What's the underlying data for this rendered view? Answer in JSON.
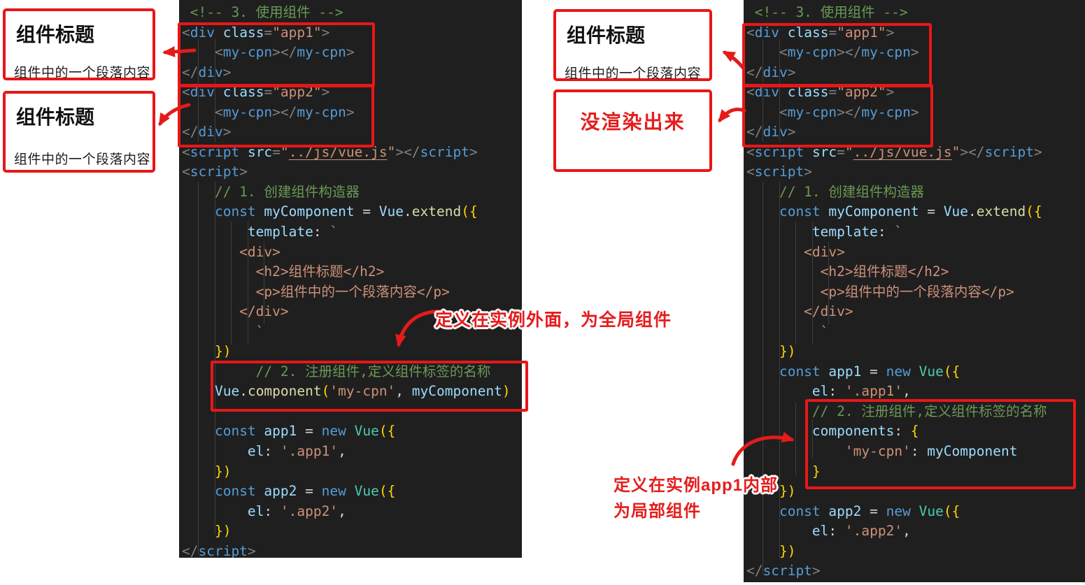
{
  "annotations": {
    "left_box1": {
      "title": "组件标题",
      "paragraph": "组件中的一个段落内容"
    },
    "left_box2": {
      "title": "组件标题",
      "paragraph": "组件中的一个段落内容"
    },
    "right_box1": {
      "title": "组件标题",
      "paragraph": "组件中的一个段落内容"
    },
    "right_box2": {
      "text": "没渲染出来"
    },
    "global_note": "定义在实例外面，为全局组件",
    "local_note_line1": "定义在实例app1内部",
    "local_note_line2": "为局部组件"
  },
  "colors": {
    "editor_background": "#1f1f1f",
    "annotation_red": "#e81717",
    "handwriting_red": "#e51d1d",
    "comment_green": "#6a9955",
    "tag_blue": "#569cd6",
    "attribute_blue": "#9cdcfe",
    "string_orange": "#ce9178",
    "function_yellow": "#dcdcaa",
    "class_teal": "#4ec9b0",
    "bracket_gold": "#ffd700"
  },
  "code_left": {
    "lines": [
      [
        [
          "c",
          " <!-- 3. 使用组件 -->"
        ]
      ],
      [
        [
          "p",
          "<"
        ],
        [
          "t",
          "div"
        ],
        [
          "w",
          " "
        ],
        [
          "a",
          "class"
        ],
        [
          "p",
          "="
        ],
        [
          "s",
          "\"app1\""
        ],
        [
          "p",
          ">"
        ]
      ],
      [
        [
          "w",
          "    "
        ],
        [
          "p",
          "<"
        ],
        [
          "t",
          "my-cpn"
        ],
        [
          "p",
          "></"
        ],
        [
          "t",
          "my-cpn"
        ],
        [
          "p",
          ">"
        ]
      ],
      [
        [
          "p",
          "</"
        ],
        [
          "t",
          "div"
        ],
        [
          "p",
          ">"
        ]
      ],
      [
        [
          "p",
          "<"
        ],
        [
          "t",
          "div"
        ],
        [
          "w",
          " "
        ],
        [
          "a",
          "class"
        ],
        [
          "p",
          "="
        ],
        [
          "s",
          "\"app2\""
        ],
        [
          "p",
          ">"
        ]
      ],
      [
        [
          "w",
          "    "
        ],
        [
          "p",
          "<"
        ],
        [
          "t",
          "my-cpn"
        ],
        [
          "p",
          "></"
        ],
        [
          "t",
          "my-cpn"
        ],
        [
          "p",
          ">"
        ]
      ],
      [
        [
          "p",
          "</"
        ],
        [
          "t",
          "div"
        ],
        [
          "p",
          ">"
        ]
      ],
      [
        [
          "p",
          "<"
        ],
        [
          "t",
          "script"
        ],
        [
          "w",
          " "
        ],
        [
          "a",
          "src"
        ],
        [
          "p",
          "="
        ],
        [
          "s",
          "\""
        ],
        [
          "u",
          "../js/vue.js"
        ],
        [
          "s",
          "\""
        ],
        [
          "p",
          "></"
        ],
        [
          "t",
          "script"
        ],
        [
          "p",
          ">"
        ]
      ],
      [
        [
          "p",
          "<"
        ],
        [
          "t",
          "script"
        ],
        [
          "p",
          ">"
        ]
      ],
      [
        [
          "c",
          "    // 1. 创建组件构造器"
        ]
      ],
      [
        [
          "w",
          "    "
        ],
        [
          "k",
          "const"
        ],
        [
          "w",
          " "
        ],
        [
          "v",
          "myComponent"
        ],
        [
          "w",
          " = "
        ],
        [
          "v",
          "Vue"
        ],
        [
          "w",
          "."
        ],
        [
          "f",
          "extend"
        ],
        [
          "b",
          "({"
        ]
      ],
      [
        [
          "w",
          "        "
        ],
        [
          "a",
          "template"
        ],
        [
          "w",
          ": "
        ],
        [
          "s",
          "`"
        ]
      ],
      [
        [
          "tpl",
          "       <div>"
        ]
      ],
      [
        [
          "tpl",
          "         <h2>组件标题</h2>"
        ]
      ],
      [
        [
          "tpl",
          "         <p>组件中的一个段落内容</p>"
        ]
      ],
      [
        [
          "tpl",
          "       </div>"
        ]
      ],
      [
        [
          "s",
          "         `"
        ]
      ],
      [
        [
          "w",
          "    "
        ],
        [
          "b",
          "})"
        ]
      ],
      [
        [
          "c",
          "         // 2. 注册组件,定义组件标签的名称"
        ]
      ],
      [
        [
          "w",
          "    "
        ],
        [
          "v",
          "Vue"
        ],
        [
          "w",
          "."
        ],
        [
          "f",
          "component"
        ],
        [
          "b",
          "("
        ],
        [
          "s",
          "'my-cpn'"
        ],
        [
          "w",
          ", "
        ],
        [
          "v",
          "myComponent"
        ],
        [
          "b",
          ")"
        ]
      ],
      [],
      [
        [
          "w",
          "    "
        ],
        [
          "k",
          "const"
        ],
        [
          "w",
          " "
        ],
        [
          "v",
          "app1"
        ],
        [
          "w",
          " = "
        ],
        [
          "k",
          "new"
        ],
        [
          "w",
          " "
        ],
        [
          "cl",
          "Vue"
        ],
        [
          "b",
          "({"
        ]
      ],
      [
        [
          "w",
          "        "
        ],
        [
          "a",
          "el"
        ],
        [
          "w",
          ": "
        ],
        [
          "s",
          "'.app1'"
        ],
        [
          "w",
          ","
        ]
      ],
      [
        [
          "w",
          "    "
        ],
        [
          "b",
          "})"
        ]
      ],
      [
        [
          "w",
          "    "
        ],
        [
          "k",
          "const"
        ],
        [
          "w",
          " "
        ],
        [
          "v",
          "app2"
        ],
        [
          "w",
          " = "
        ],
        [
          "k",
          "new"
        ],
        [
          "w",
          " "
        ],
        [
          "cl",
          "Vue"
        ],
        [
          "b",
          "({"
        ]
      ],
      [
        [
          "w",
          "        "
        ],
        [
          "a",
          "el"
        ],
        [
          "w",
          ": "
        ],
        [
          "s",
          "'.app2'"
        ],
        [
          "w",
          ","
        ]
      ],
      [
        [
          "w",
          "    "
        ],
        [
          "b",
          "})"
        ]
      ],
      [
        [
          "p",
          "</"
        ],
        [
          "t",
          "script"
        ],
        [
          "p",
          ">"
        ]
      ]
    ]
  },
  "code_right": {
    "lines": [
      [
        [
          "c",
          " <!-- 3. 使用组件 -->"
        ]
      ],
      [
        [
          "p",
          "<"
        ],
        [
          "t",
          "div"
        ],
        [
          "w",
          " "
        ],
        [
          "a",
          "class"
        ],
        [
          "p",
          "="
        ],
        [
          "s",
          "\"app1\""
        ],
        [
          "p",
          ">"
        ]
      ],
      [
        [
          "w",
          "    "
        ],
        [
          "p",
          "<"
        ],
        [
          "t",
          "my-cpn"
        ],
        [
          "p",
          "></"
        ],
        [
          "t",
          "my-cpn"
        ],
        [
          "p",
          ">"
        ]
      ],
      [
        [
          "p",
          "</"
        ],
        [
          "t",
          "div"
        ],
        [
          "p",
          ">"
        ]
      ],
      [
        [
          "p",
          "<"
        ],
        [
          "t",
          "div"
        ],
        [
          "w",
          " "
        ],
        [
          "a",
          "class"
        ],
        [
          "p",
          "="
        ],
        [
          "s",
          "\"app2\""
        ],
        [
          "p",
          ">"
        ]
      ],
      [
        [
          "w",
          "    "
        ],
        [
          "p",
          "<"
        ],
        [
          "t",
          "my-cpn"
        ],
        [
          "p",
          "></"
        ],
        [
          "t",
          "my-cpn"
        ],
        [
          "p",
          ">"
        ]
      ],
      [
        [
          "p",
          "</"
        ],
        [
          "t",
          "div"
        ],
        [
          "p",
          ">"
        ]
      ],
      [
        [
          "p",
          "<"
        ],
        [
          "t",
          "script"
        ],
        [
          "w",
          " "
        ],
        [
          "a",
          "src"
        ],
        [
          "p",
          "="
        ],
        [
          "s",
          "\""
        ],
        [
          "u",
          "../js/vue.js"
        ],
        [
          "s",
          "\""
        ],
        [
          "p",
          "></"
        ],
        [
          "t",
          "script"
        ],
        [
          "p",
          ">"
        ]
      ],
      [
        [
          "p",
          "<"
        ],
        [
          "t",
          "script"
        ],
        [
          "p",
          ">"
        ]
      ],
      [
        [
          "c",
          "    // 1. 创建组件构造器"
        ]
      ],
      [
        [
          "w",
          "    "
        ],
        [
          "k",
          "const"
        ],
        [
          "w",
          " "
        ],
        [
          "v",
          "myComponent"
        ],
        [
          "w",
          " = "
        ],
        [
          "v",
          "Vue"
        ],
        [
          "w",
          "."
        ],
        [
          "f",
          "extend"
        ],
        [
          "b",
          "({"
        ]
      ],
      [
        [
          "w",
          "        "
        ],
        [
          "a",
          "template"
        ],
        [
          "w",
          ": "
        ],
        [
          "s",
          "`"
        ]
      ],
      [
        [
          "tpl",
          "       <div>"
        ]
      ],
      [
        [
          "tpl",
          "         <h2>组件标题</h2>"
        ]
      ],
      [
        [
          "tpl",
          "         <p>组件中的一个段落内容</p>"
        ]
      ],
      [
        [
          "tpl",
          "       </div>"
        ]
      ],
      [
        [
          "s",
          "         `"
        ]
      ],
      [
        [
          "w",
          "    "
        ],
        [
          "b",
          "})"
        ]
      ],
      [
        [
          "w",
          "    "
        ],
        [
          "k",
          "const"
        ],
        [
          "w",
          " "
        ],
        [
          "v",
          "app1"
        ],
        [
          "w",
          " = "
        ],
        [
          "k",
          "new"
        ],
        [
          "w",
          " "
        ],
        [
          "cl",
          "Vue"
        ],
        [
          "b",
          "({"
        ]
      ],
      [
        [
          "w",
          "        "
        ],
        [
          "a",
          "el"
        ],
        [
          "w",
          ": "
        ],
        [
          "s",
          "'.app1'"
        ],
        [
          "w",
          ","
        ]
      ],
      [
        [
          "c",
          "        // 2. 注册组件,定义组件标签的名称"
        ]
      ],
      [
        [
          "w",
          "        "
        ],
        [
          "a",
          "components"
        ],
        [
          "w",
          ": "
        ],
        [
          "b",
          "{"
        ]
      ],
      [
        [
          "w",
          "            "
        ],
        [
          "s",
          "'my-cpn'"
        ],
        [
          "w",
          ": "
        ],
        [
          "v",
          "myComponent"
        ]
      ],
      [
        [
          "w",
          "        "
        ],
        [
          "b",
          "}"
        ]
      ],
      [
        [
          "w",
          "    "
        ],
        [
          "b",
          "})"
        ]
      ],
      [
        [
          "w",
          "    "
        ],
        [
          "k",
          "const"
        ],
        [
          "w",
          " "
        ],
        [
          "v",
          "app2"
        ],
        [
          "w",
          " = "
        ],
        [
          "k",
          "new"
        ],
        [
          "w",
          " "
        ],
        [
          "cl",
          "Vue"
        ],
        [
          "b",
          "({"
        ]
      ],
      [
        [
          "w",
          "        "
        ],
        [
          "a",
          "el"
        ],
        [
          "w",
          ": "
        ],
        [
          "s",
          "'.app2'"
        ],
        [
          "w",
          ","
        ]
      ],
      [
        [
          "w",
          "    "
        ],
        [
          "b",
          "})"
        ]
      ],
      [
        [
          "p",
          "</"
        ],
        [
          "t",
          "script"
        ],
        [
          "p",
          ">"
        ]
      ]
    ]
  }
}
